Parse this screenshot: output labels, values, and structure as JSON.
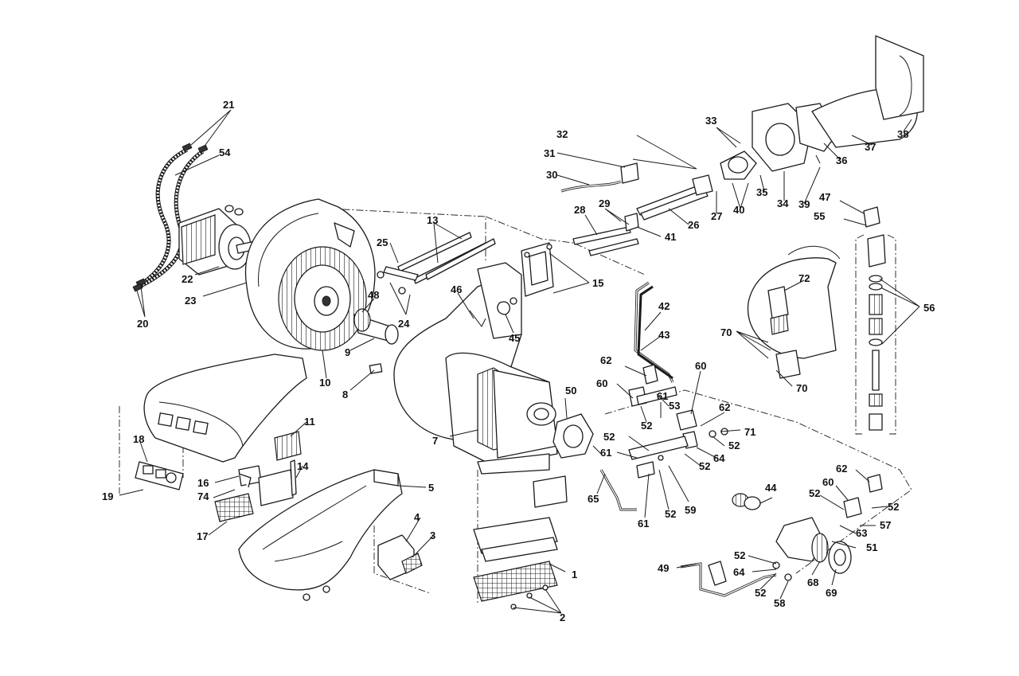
{
  "callouts": [
    {
      "id": "c1",
      "text": "1"
    },
    {
      "id": "c2",
      "text": "2"
    },
    {
      "id": "c3",
      "text": "3"
    },
    {
      "id": "c4",
      "text": "4"
    },
    {
      "id": "c5",
      "text": "5"
    },
    {
      "id": "c7",
      "text": "7"
    },
    {
      "id": "c8",
      "text": "8"
    },
    {
      "id": "c9",
      "text": "9"
    },
    {
      "id": "c10",
      "text": "10"
    },
    {
      "id": "c11",
      "text": "11"
    },
    {
      "id": "c13",
      "text": "13"
    },
    {
      "id": "c14",
      "text": "14"
    },
    {
      "id": "c15",
      "text": "15"
    },
    {
      "id": "c16",
      "text": "16"
    },
    {
      "id": "c17",
      "text": "17"
    },
    {
      "id": "c18",
      "text": "18"
    },
    {
      "id": "c19",
      "text": "19"
    },
    {
      "id": "c20",
      "text": "20"
    },
    {
      "id": "c21",
      "text": "21"
    },
    {
      "id": "c22",
      "text": "22"
    },
    {
      "id": "c23",
      "text": "23"
    },
    {
      "id": "c24",
      "text": "24"
    },
    {
      "id": "c25",
      "text": "25"
    },
    {
      "id": "c26",
      "text": "26"
    },
    {
      "id": "c27",
      "text": "27"
    },
    {
      "id": "c28",
      "text": "28"
    },
    {
      "id": "c29",
      "text": "29"
    },
    {
      "id": "c30",
      "text": "30"
    },
    {
      "id": "c31",
      "text": "31"
    },
    {
      "id": "c32",
      "text": "32"
    },
    {
      "id": "c33",
      "text": "33"
    },
    {
      "id": "c34",
      "text": "34"
    },
    {
      "id": "c35",
      "text": "35"
    },
    {
      "id": "c36",
      "text": "36"
    },
    {
      "id": "c37",
      "text": "37"
    },
    {
      "id": "c38",
      "text": "38"
    },
    {
      "id": "c39",
      "text": "39"
    },
    {
      "id": "c40",
      "text": "40"
    },
    {
      "id": "c41",
      "text": "41"
    },
    {
      "id": "c42",
      "text": "42"
    },
    {
      "id": "c43",
      "text": "43"
    },
    {
      "id": "c44",
      "text": "44"
    },
    {
      "id": "c45",
      "text": "45"
    },
    {
      "id": "c46",
      "text": "46"
    },
    {
      "id": "c47",
      "text": "47"
    },
    {
      "id": "c48",
      "text": "48"
    },
    {
      "id": "c49",
      "text": "49"
    },
    {
      "id": "c50",
      "text": "50"
    },
    {
      "id": "c51",
      "text": "51"
    },
    {
      "id": "c52a",
      "text": "52"
    },
    {
      "id": "c52b",
      "text": "52"
    },
    {
      "id": "c52c",
      "text": "52"
    },
    {
      "id": "c52d",
      "text": "52"
    },
    {
      "id": "c52e",
      "text": "52"
    },
    {
      "id": "c52f",
      "text": "52"
    },
    {
      "id": "c52g",
      "text": "52"
    },
    {
      "id": "c52h",
      "text": "52"
    },
    {
      "id": "c52i",
      "text": "52"
    },
    {
      "id": "c53",
      "text": "53"
    },
    {
      "id": "c54",
      "text": "54"
    },
    {
      "id": "c55",
      "text": "55"
    },
    {
      "id": "c56",
      "text": "56"
    },
    {
      "id": "c57",
      "text": "57"
    },
    {
      "id": "c58",
      "text": "58"
    },
    {
      "id": "c59",
      "text": "59"
    },
    {
      "id": "c60a",
      "text": "60"
    },
    {
      "id": "c60b",
      "text": "60"
    },
    {
      "id": "c60c",
      "text": "60"
    },
    {
      "id": "c61a",
      "text": "61"
    },
    {
      "id": "c61b",
      "text": "61"
    },
    {
      "id": "c61c",
      "text": "61"
    },
    {
      "id": "c62a",
      "text": "62"
    },
    {
      "id": "c62b",
      "text": "62"
    },
    {
      "id": "c62c",
      "text": "62"
    },
    {
      "id": "c63",
      "text": "63"
    },
    {
      "id": "c64a",
      "text": "64"
    },
    {
      "id": "c64b",
      "text": "64"
    },
    {
      "id": "c65",
      "text": "65"
    },
    {
      "id": "c68",
      "text": "68"
    },
    {
      "id": "c69",
      "text": "69"
    },
    {
      "id": "c70a",
      "text": "70"
    },
    {
      "id": "c70b",
      "text": "70"
    },
    {
      "id": "c71",
      "text": "71"
    },
    {
      "id": "c72",
      "text": "72"
    },
    {
      "id": "c74",
      "text": "74"
    }
  ]
}
